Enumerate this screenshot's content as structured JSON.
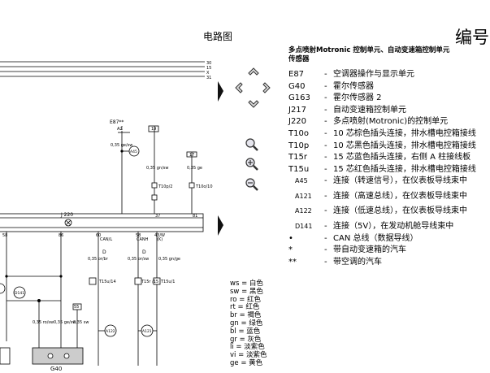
{
  "header": {
    "title": "电路图",
    "page_number_label": "编号"
  },
  "description": {
    "title_line1": "多点喷射Motronic 控制单元、自动变速箱控制单元",
    "title_line2": "传感器"
  },
  "legend": [
    {
      "code": "E87",
      "text": "空调器操作与显示单元"
    },
    {
      "code": "G40",
      "text": "霍尔传感器"
    },
    {
      "code": "G163",
      "text": "霍尔传感器 2"
    },
    {
      "code": "J217",
      "text": "自动变速箱控制单元"
    },
    {
      "code": "J220",
      "text": "多点喷射(Motronic)的控制单元"
    },
    {
      "code": "T10o",
      "text": "10 芯棕色插头连接，排水槽电控箱接线"
    },
    {
      "code": "T10p",
      "text": "10 芯黑色插头连接，排水槽电控箱接线"
    },
    {
      "code": "T15r",
      "text": "15 芯蓝色插头连接，右侧 A 柱接线板"
    },
    {
      "code": "T15u",
      "text": "15 芯红色插头连接，排水槽电控箱接线"
    },
    {
      "code": "A45",
      "text": "连接（转速信号），在仪表板导线束中"
    },
    {
      "code": "A121",
      "text": "连接（高速总线），在仪表板导线束中"
    },
    {
      "code": "A122",
      "text": "连接（低速总线），在仪表板导线束中"
    },
    {
      "code": "D141",
      "text": "连接（5V），在发动机舱导线束中"
    },
    {
      "code": "•",
      "text": "CAN 总线（数据导线）"
    },
    {
      "code": "*",
      "text": "带自动变速箱的汽车"
    },
    {
      "code": "**",
      "text": "带空调的汽车"
    }
  ],
  "colors": [
    {
      "abbr": "ws",
      "name": "白色"
    },
    {
      "abbr": "sw",
      "name": "黑色"
    },
    {
      "abbr": "ro",
      "name": "红色"
    },
    {
      "abbr": "rt",
      "name": "红色"
    },
    {
      "abbr": "br",
      "name": "褐色"
    },
    {
      "abbr": "gn",
      "name": "绿色"
    },
    {
      "abbr": "bl",
      "name": "蓝色"
    },
    {
      "abbr": "gr",
      "name": "灰色"
    },
    {
      "abbr": "li",
      "name": "淡紫色"
    },
    {
      "abbr": "vi",
      "name": "淡紫色"
    },
    {
      "abbr": "ge",
      "name": "黄色"
    }
  ],
  "diagram": {
    "labels": {
      "e87": "E87**",
      "a2": "A2",
      "a45": "A45",
      "j220": "J 220",
      "t10p2": "T10p/2",
      "t10o10": "T10o/10",
      "n37": "37",
      "n81": "81",
      "n58": "58",
      "n86": "86",
      "n60": "60",
      "n58b": "58",
      "n43": "43/W",
      "canl": "CAN/L",
      "canh": "CANH",
      "k": "(K)",
      "t15u14": "T15u/14",
      "t15r15": "T15r\n/15",
      "t15u1": "T15u/1",
      "d141": "D141",
      "a122": "A122",
      "a121": "A121",
      "g40": "G40",
      "top30": "30",
      "top15": "15",
      "topx": "X",
      "top31": "31",
      "d1": "D",
      "d2": "D",
      "box19": "19",
      "box17": "17",
      "box55": "55",
      "wire1": "0,35 ge/sw",
      "wire2": "0,35 gn/sw",
      "wire3": "0,35 ge",
      "wire4": "0,35 or/br",
      "wire5": "0,35 or/sw",
      "wire6": "0,35 gn/ge",
      "wire7": "0,35 ro/sw",
      "wire8": "0,35 ge/sw",
      "wire9": "0,35 sw"
    }
  }
}
